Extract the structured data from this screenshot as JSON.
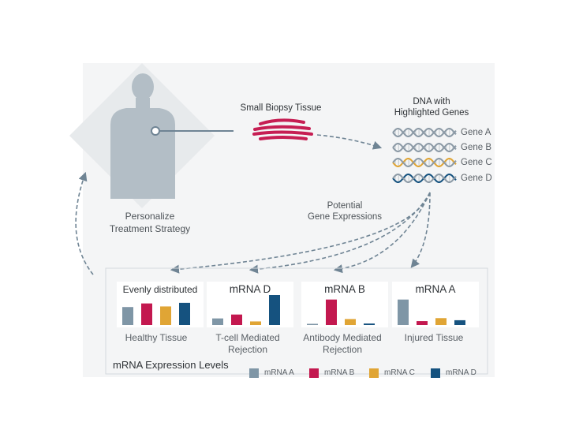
{
  "colors": {
    "panel_bg": "#f4f5f6",
    "arrow": "#6f8494",
    "figure": "#b3bec6",
    "diamond": "#e7eaec",
    "tissue": "#c61e53",
    "mrna_a": "#7f96a6",
    "mrna_b": "#c3184f",
    "mrna_c": "#e0a535",
    "mrna_d": "#15527f"
  },
  "labels": {
    "biopsy": "Small Biopsy Tissue",
    "dna_line1": "DNA with",
    "dna_line2": "Highlighted Genes",
    "potential_line1": "Potential",
    "potential_line2": "Gene Expressions",
    "personalize_line1": "Personalize",
    "personalize_line2": "Treatment Strategy",
    "mrna_levels": "mRNA Expression Levels"
  },
  "genes": [
    {
      "label": "Gene A",
      "color": "#8c9aa6"
    },
    {
      "label": "Gene B",
      "color": "#8c9aa6"
    },
    {
      "label": "Gene C",
      "color": "#e0a535"
    },
    {
      "label": "Gene D",
      "color": "#15527f"
    }
  ],
  "cards": [
    {
      "title": "Evenly distributed",
      "caption_line1": "Healthy Tissue",
      "caption_line2": "",
      "values": [
        0.6,
        0.72,
        0.62,
        0.74
      ]
    },
    {
      "title": "mRNA D",
      "caption_line1": "T-cell Mediated",
      "caption_line2": "Rejection",
      "values": [
        0.22,
        0.35,
        0.12,
        1.0
      ]
    },
    {
      "title": "mRNA B",
      "caption_line1": "Antibody Mediated",
      "caption_line2": "Rejection",
      "values": [
        0.04,
        0.85,
        0.2,
        0.05
      ]
    },
    {
      "title": "mRNA A",
      "caption_line1": "Injured Tissue",
      "caption_line2": "",
      "values": [
        0.85,
        0.13,
        0.23,
        0.16
      ]
    }
  ],
  "legend": [
    {
      "label": "mRNA A",
      "color": "#7f96a6"
    },
    {
      "label": "mRNA B",
      "color": "#c3184f"
    },
    {
      "label": "mRNA C",
      "color": "#e0a535"
    },
    {
      "label": "mRNA D",
      "color": "#15527f"
    }
  ]
}
